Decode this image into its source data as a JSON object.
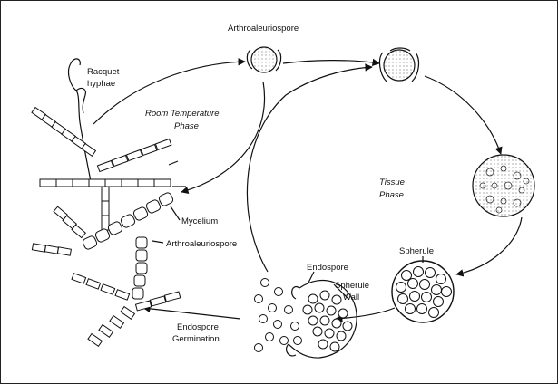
{
  "labels": {
    "arthroaleuriospore_top": "Arthroaleuriospore",
    "racquet_line1": "Racquet",
    "racquet_line2": "hyphae",
    "room_line1": "Room Temperature",
    "room_line2": "Phase",
    "tissue_line1": "Tissue",
    "tissue_line2": "Phase",
    "mycelium": "Mycelium",
    "arthroaleuriospore_mid": "Arthroaleuriospore",
    "endospore": "Endospore",
    "spherule_wall_line1": "Spherule",
    "spherule_wall_line2": "Wall",
    "spherule": "Spherule",
    "germination_line1": "Endospore",
    "germination_line2": "Germination"
  }
}
